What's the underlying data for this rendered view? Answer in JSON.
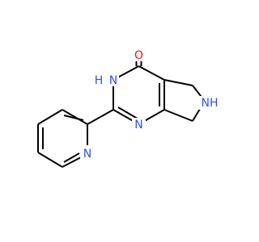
{
  "molecule": {
    "atoms": {
      "oxygen": {
        "text": "O"
      },
      "nh_ring": {
        "text": "H",
        "suffix": "N"
      },
      "n_pyrimidine": {
        "text": "N"
      },
      "n_pyridine": {
        "text": "N"
      },
      "nh_pyrroline": {
        "text": "NH"
      }
    },
    "colors": {
      "bond": "#000000",
      "oxygen": "#ff0d0d",
      "nitrogen": "#3050f8",
      "background": "#ffffff"
    }
  }
}
